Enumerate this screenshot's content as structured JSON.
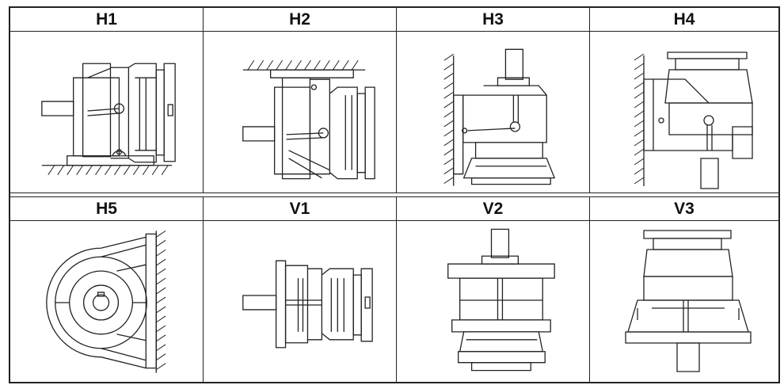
{
  "row1": {
    "labels": [
      "H1",
      "H2",
      "H3",
      "H4"
    ]
  },
  "row2": {
    "labels": [
      "H5",
      "V1",
      "V2",
      "V3"
    ]
  },
  "icons": [
    "gear-reducer-h1-icon",
    "gear-reducer-h2-icon",
    "gear-reducer-h3-icon",
    "gear-reducer-h4-icon",
    "gear-reducer-h5-icon",
    "gear-reducer-v1-icon",
    "gear-reducer-v2-icon",
    "gear-reducer-v3-icon"
  ],
  "colors": {
    "line": "#222222",
    "background": "#ffffff"
  }
}
